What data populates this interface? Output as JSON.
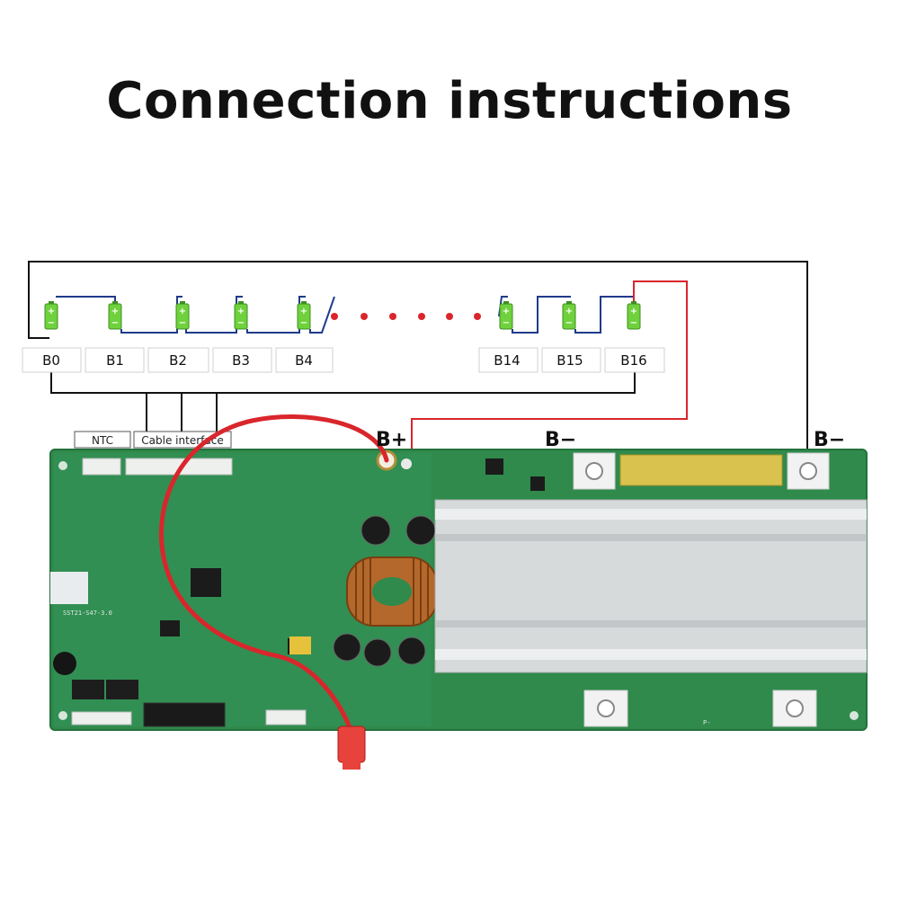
{
  "title": "Connection instructions",
  "cells": [
    {
      "label": "B0"
    },
    {
      "label": "B1"
    },
    {
      "label": "B2"
    },
    {
      "label": "B3"
    },
    {
      "label": "B4"
    },
    {
      "label": "B14"
    },
    {
      "label": "B15"
    },
    {
      "label": "B16"
    }
  ],
  "connectors": {
    "ntc": "NTC",
    "cable_interface": "Cable interface"
  },
  "terminals": {
    "b_plus": "B+",
    "b_minus_center": "B−",
    "b_minus_right": "B−",
    "p_minus": "P-"
  },
  "board": {
    "model_silkscreen": "SST21-S47-3.0"
  },
  "battery_icon": {
    "plus": "+",
    "minus": "−"
  },
  "colors": {
    "battery_green": "#6fd13c",
    "wire_blue": "#1f3b8a",
    "wire_red": "#d9262c",
    "wire_black": "#111111",
    "pcb_green": "#2f8a4c",
    "heatsink": "#d7dadb"
  }
}
